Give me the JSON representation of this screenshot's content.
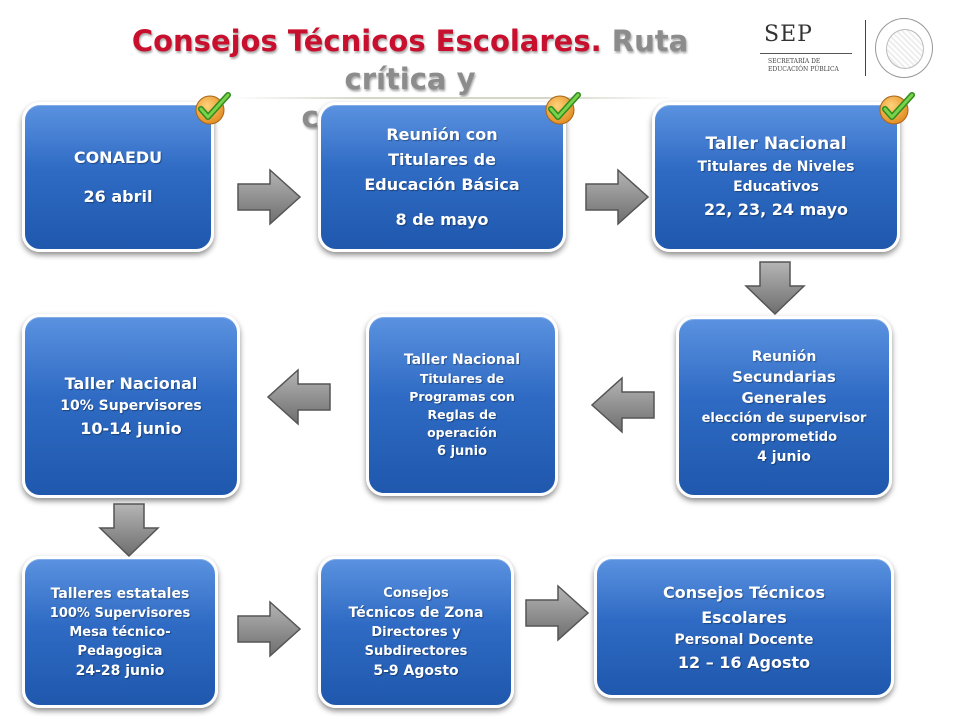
{
  "header": {
    "title_part1": "Consejos Técnicos Escolares.",
    "title_part2": "Ruta crítica y",
    "title_line2": "compromisos"
  },
  "logo": {
    "wordmark": "SEP",
    "subtitle": [
      "SECRETARÍA DE",
      "EDUCACIÓN PÚBLICA"
    ],
    "seal_icon": "mexican-coat-of-arms-icon"
  },
  "colors": {
    "title_red": "#c8102e",
    "title_gray": "#8c8c8c",
    "box_blue": "#2f6bc4",
    "arrow_gray": "#8a8a8a",
    "check_green": "#4caf2a",
    "check_orange": "#f0a030"
  },
  "steps": [
    {
      "lines": [
        "CONAEDU",
        "26 abril"
      ],
      "completed": true
    },
    {
      "lines": [
        "Reunión con",
        "Titulares de",
        "Educación Básica",
        "8 de mayo"
      ],
      "completed": true
    },
    {
      "lines": [
        "Taller Nacional",
        "Titulares de Niveles",
        "Educativos",
        "22, 23, 24 mayo"
      ],
      "completed": true
    },
    {
      "lines": [
        "Reunión",
        "Secundarias",
        "Generales",
        "elección de supervisor",
        "comprometido",
        "4 junio"
      ],
      "completed": false
    },
    {
      "lines": [
        "Taller Nacional",
        "Titulares de",
        "Programas con",
        "Reglas de",
        "operación",
        "6 junio"
      ],
      "completed": false
    },
    {
      "lines": [
        "Taller Nacional",
        "10% Supervisores",
        "10-14 junio"
      ],
      "completed": false
    },
    {
      "lines": [
        "Talleres estatales",
        "100% Supervisores",
        "Mesa técnico-",
        "Pedagogica",
        "24-28 junio"
      ],
      "completed": false
    },
    {
      "lines": [
        "Consejos",
        "Técnicos de Zona",
        "Directores y",
        "Subdirectores",
        "5-9 Agosto"
      ],
      "completed": false
    },
    {
      "lines": [
        "Consejos Técnicos",
        "Escolares",
        "Personal Docente",
        "12 – 16 Agosto"
      ],
      "completed": false
    }
  ]
}
